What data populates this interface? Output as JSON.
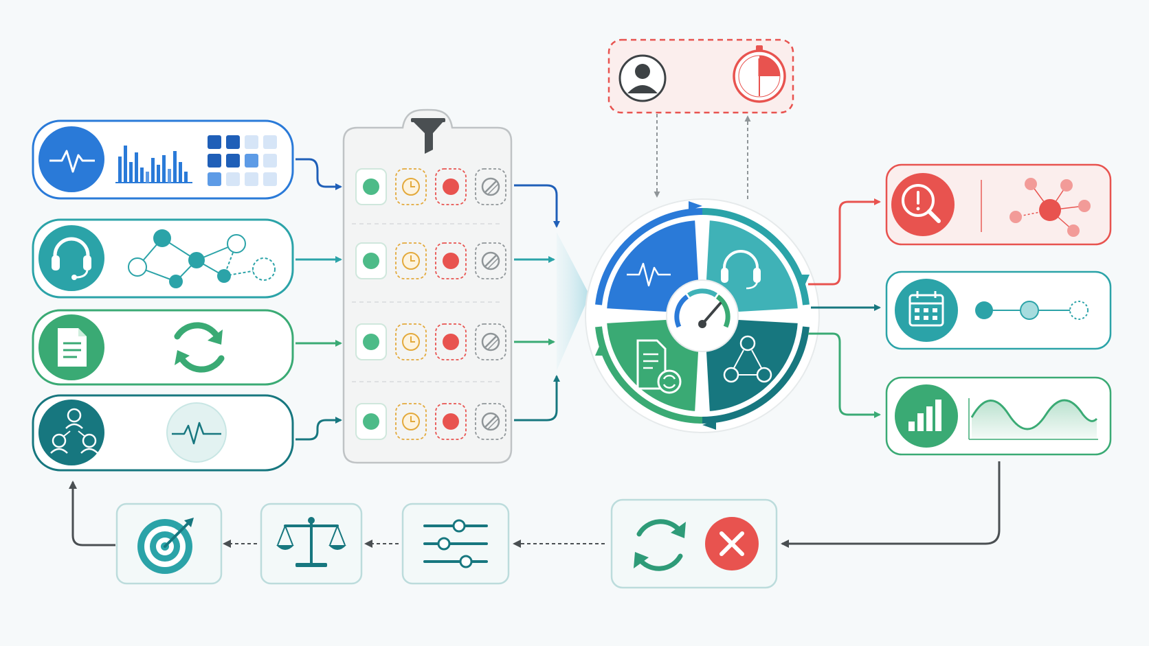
{
  "colors": {
    "blue": "#2a7ad8",
    "blue_dark": "#1f5fb8",
    "teal": "#2ba3a8",
    "teal_light": "#3fb2b7",
    "green": "#3aaa74",
    "green_light": "#4dbb88",
    "teal_dark": "#17777f",
    "red": "#e8534f",
    "red_light": "#fbeeed",
    "amber": "#e3a93b",
    "gray": "#8f9598",
    "line_dark": "#4a4f52",
    "panel_gray": "#f3f4f4"
  },
  "source_cards": [
    {
      "name": "monitoring",
      "accent": "#2a7ad8",
      "icon": "pulse-icon",
      "content": "bar-chart-and-tiles"
    },
    {
      "name": "support",
      "accent": "#2ba3a8",
      "icon": "headset-icon",
      "content": "network-graph"
    },
    {
      "name": "documents",
      "accent": "#3aaa74",
      "icon": "document-icon",
      "content": "refresh-cycle"
    },
    {
      "name": "teams",
      "accent": "#17777f",
      "icon": "team-icon",
      "content": "pulse-circle"
    }
  ],
  "filter_panel": {
    "icon": "funnel-icon",
    "status_columns": [
      "pass-status-icon",
      "pending-status-icon",
      "fail-status-icon",
      "blocked-status-icon"
    ],
    "rows": 4
  },
  "hub": {
    "center_icon": "gauge-icon",
    "quadrants": [
      "pulse-icon",
      "headset-icon",
      "document-refresh-icon",
      "network-people-icon"
    ]
  },
  "escalation_box": {
    "icons": [
      "user-icon",
      "timer-icon"
    ]
  },
  "output_cards": [
    {
      "name": "alert",
      "accent": "#e8534f",
      "icons": [
        "alert-search-icon",
        "cluster-graph-icon"
      ]
    },
    {
      "name": "schedule",
      "accent": "#2ba3a8",
      "icons": [
        "calendar-icon",
        "timeline-icon"
      ]
    },
    {
      "name": "metrics",
      "accent": "#3aaa74",
      "icons": [
        "bar-chart-icon",
        "wave-area-icon"
      ]
    }
  ],
  "feedback_loop": {
    "steps": [
      "retry-cancel-step",
      "tuning-step",
      "balance-step",
      "target-step"
    ],
    "icons": [
      "refresh-icon",
      "cancel-icon",
      "sliders-icon",
      "scale-icon",
      "target-icon"
    ]
  }
}
